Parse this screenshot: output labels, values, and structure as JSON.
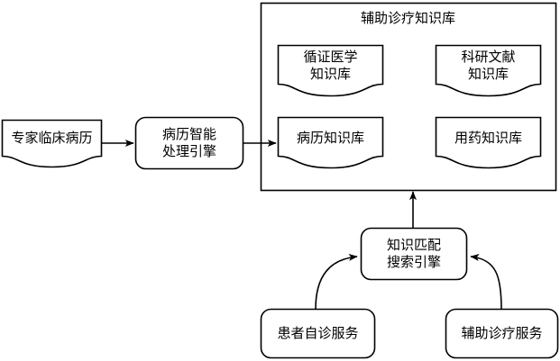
{
  "diagram": {
    "title": "辅助诊疗知识库",
    "background_color": "#ffffff",
    "stroke_color": "#000000",
    "text_color": "#000000",
    "shape_fill": "#ffffff",
    "nodes": {
      "expert_records": {
        "label": "专家临床病历",
        "shape": "document"
      },
      "processing_engine": {
        "label": "病历智能\n处理引擎",
        "shape": "rounded-rect"
      },
      "group_box": {
        "label": "辅助诊疗知识库",
        "shape": "rect"
      },
      "ebm_kb": {
        "label": "循证医学\n知识库",
        "shape": "document"
      },
      "research_kb": {
        "label": "科研文献\n知识库",
        "shape": "document"
      },
      "record_kb": {
        "label": "病历知识库",
        "shape": "document"
      },
      "medication_kb": {
        "label": "用药知识库",
        "shape": "document"
      },
      "match_engine": {
        "label": "知识匹配\n搜索引擎",
        "shape": "rounded-rect"
      },
      "self_diagnosis_service": {
        "label": "患者自诊服务",
        "shape": "rounded-rect"
      },
      "assist_service": {
        "label": "辅助诊疗服务",
        "shape": "rounded-rect"
      }
    },
    "edges": [
      {
        "name": "edge-expert-to-engine",
        "from": "专家临床病历",
        "to": "病历智能处理引擎",
        "style": "straight-arrow"
      },
      {
        "name": "edge-engine-to-record-kb",
        "from": "病历智能处理引擎",
        "to": "病历知识库",
        "style": "straight-arrow"
      },
      {
        "name": "edge-match-to-group",
        "from": "知识匹配搜索引擎",
        "to": "辅助诊疗知识库",
        "style": "straight-arrow"
      },
      {
        "name": "edge-self-diagnosis-to-match",
        "from": "患者自诊服务",
        "to": "知识匹配搜索引擎",
        "style": "curved-arrow"
      },
      {
        "name": "edge-assist-to-match",
        "from": "辅助诊疗服务",
        "to": "知识匹配搜索引擎",
        "style": "curved-arrow"
      }
    ]
  }
}
